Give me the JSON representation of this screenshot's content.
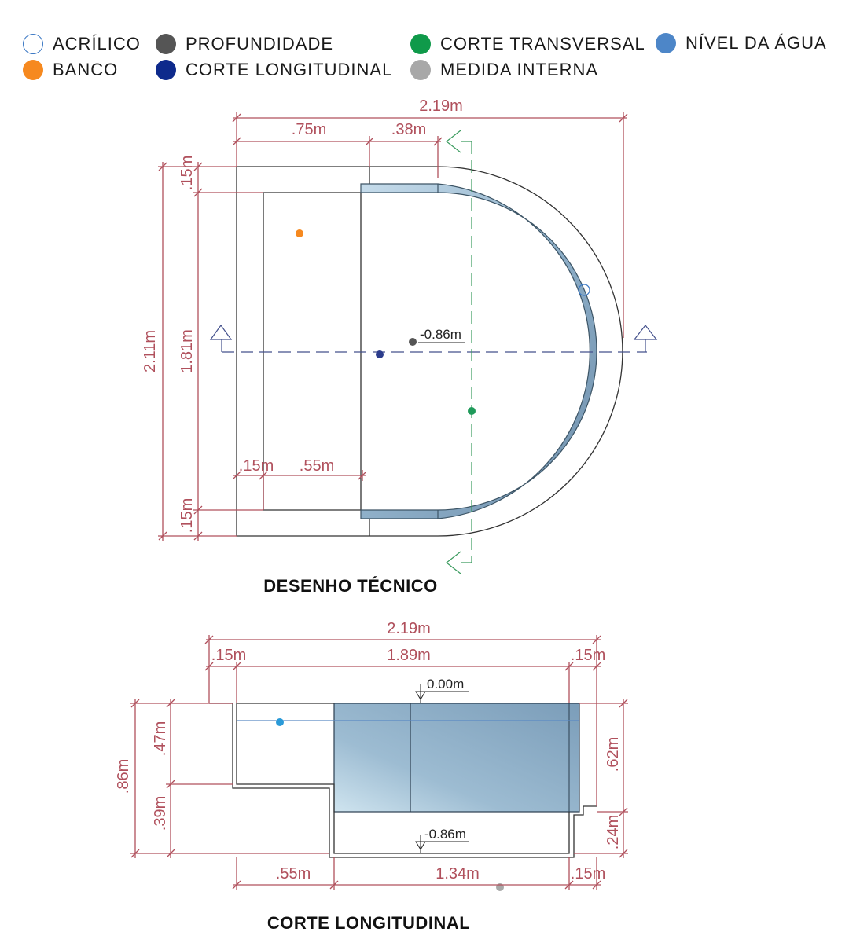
{
  "colors": {
    "acrilico": "#3b78c4",
    "banco": "#f6891f",
    "profundidade": "#555555",
    "corte_longitudinal": "#0e2a8c",
    "corte_transversal": "#0f9a4a",
    "medida_interna": "#a8a8a8",
    "nivel_agua": "#4d86c8",
    "dimension": "#b0505c",
    "water": "#7ea3c0"
  },
  "legend": {
    "acrilico": "ACRÍLICO",
    "banco": "BANCO",
    "profundidade": "PROFUNDIDADE",
    "corte_longitudinal": "CORTE LONGITUDINAL",
    "corte_transversal": "CORTE TRANSVERSAL",
    "medida_interna": "MEDIDA INTERNA",
    "nivel_agua": "NÍVEL DA ÁGUA"
  },
  "plan": {
    "title": "DESENHO TÉCNICO",
    "dims": {
      "total_width": "2.19m",
      "bench_width": ".75m",
      "step_width": ".38m",
      "top_margin": ".15m",
      "total_height": "2.11m",
      "inner_height": "1.81m",
      "bottom_margin": ".15m",
      "wall": ".15m",
      "bench_inner": ".55m"
    },
    "depth_label": "-0.86m"
  },
  "section": {
    "title": "CORTE LONGITUDINAL",
    "dims": {
      "total_width": "2.19m",
      "left_wall": ".15m",
      "inner_width": "1.89m",
      "right_wall": ".15m",
      "total_height": ".86m",
      "bench_height": ".47m",
      "lower_height": ".39m",
      "water_depth": ".62m",
      "floor_height": ".24m",
      "bench_length": ".55m",
      "pool_length": "1.34m",
      "end_wall": ".15m"
    },
    "level_top": "0.00m",
    "level_bottom": "-0.86m"
  }
}
